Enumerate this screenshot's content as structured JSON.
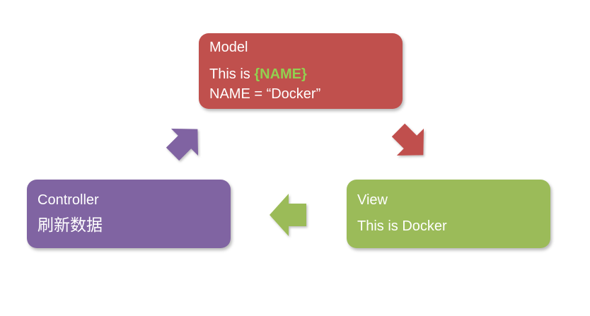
{
  "model": {
    "title": "Model",
    "line1_prefix": "This is ",
    "line1_highlight": "{NAME}",
    "line2": "NAME = “Docker”",
    "color": "#c0504d",
    "highlight_color": "#92d050"
  },
  "view": {
    "title": "View",
    "line1": "This is Docker",
    "color": "#9bbb59"
  },
  "controller": {
    "title": "Controller",
    "line1": "刷新数据",
    "color": "#8064a2"
  },
  "arrows": [
    {
      "from": "model",
      "to": "view",
      "color": "#c0504d"
    },
    {
      "from": "view",
      "to": "controller",
      "color": "#9bbb59"
    },
    {
      "from": "controller",
      "to": "model",
      "color": "#8064a2"
    }
  ]
}
